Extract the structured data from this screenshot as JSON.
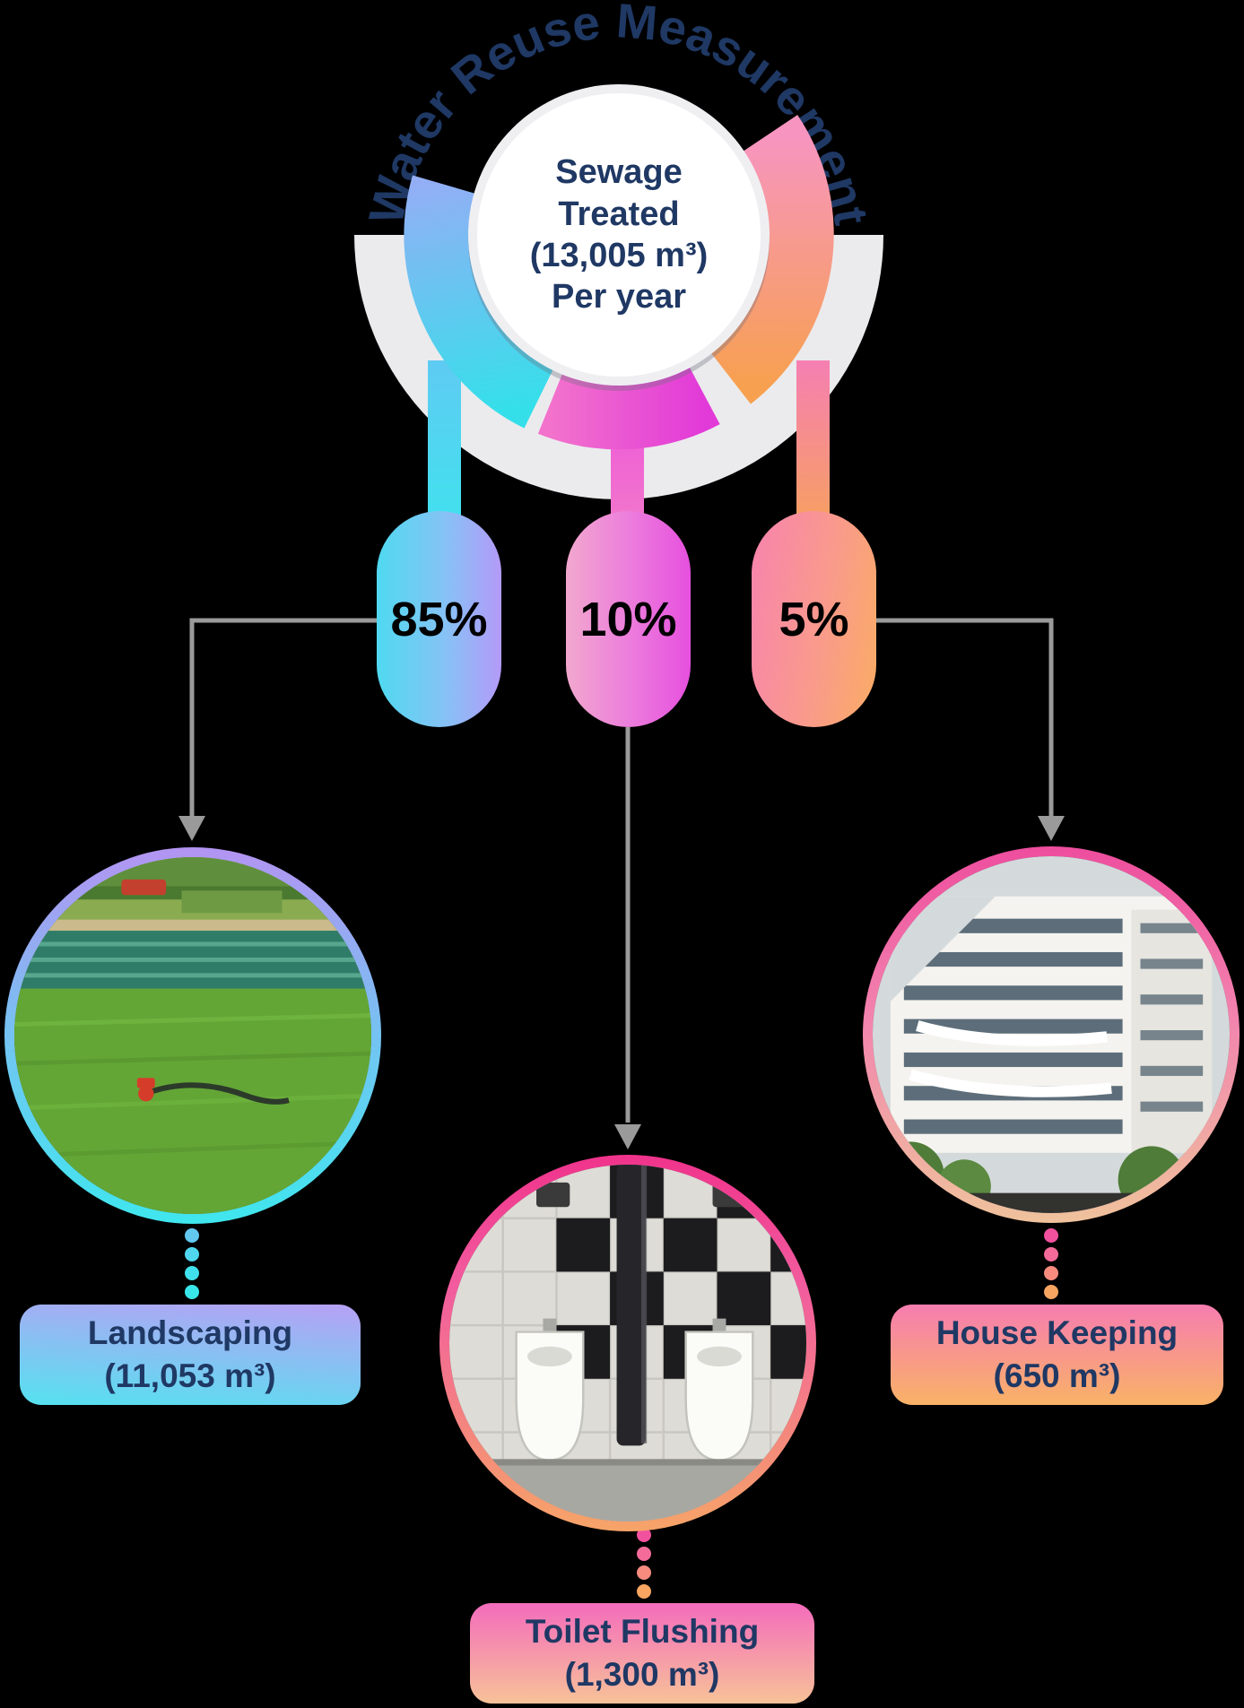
{
  "title": {
    "arc_text": "Water Reuse Measurement"
  },
  "center_circle": {
    "line1": "Sewage",
    "line2": "Treated",
    "line3": "(13,005 m³)",
    "line4": "Per year"
  },
  "branches": [
    {
      "key": "landscaping",
      "percent": "85%",
      "label": "Landscaping",
      "value": "(11,053 m³)"
    },
    {
      "key": "toilet-flushing",
      "percent": "10%",
      "label": "Toilet Flushing",
      "value": "(1,300 m³)"
    },
    {
      "key": "house-keeping",
      "percent": "5%",
      "label": "House Keeping",
      "value": "(650 m³)"
    }
  ],
  "colors": {
    "background": "#000000",
    "title_text": "#1F3864",
    "cyan": "#3FE0EC",
    "periwinkle": "#96ADF6",
    "purple": "#B49AF8",
    "magenta": "#E64FD9",
    "pink": "#F779AE",
    "orange": "#F8A75C",
    "connector_gray": "#9A9A9A",
    "center_circle_fill": "#FFFFFF"
  }
}
